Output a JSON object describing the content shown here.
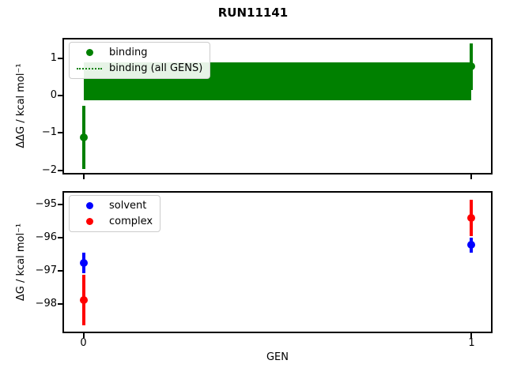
{
  "figure": {
    "title": "RUN11141",
    "xlabel": "GEN",
    "background_color": "#ffffff",
    "frame_color": "#000000"
  },
  "chart_data": [
    {
      "type": "scatter",
      "title": "",
      "xlabel": "",
      "ylabel": "ΔΔG / kcal mol⁻¹",
      "xlim": [
        -0.05,
        1.05
      ],
      "ylim": [
        -2.07,
        1.51
      ],
      "ytick_labels": [
        "1",
        "0",
        "−1",
        "−2"
      ],
      "ytick_values": [
        1,
        0,
        -1,
        -2
      ],
      "xtick_labels": [],
      "xtick_values": [
        0,
        1
      ],
      "grid": false,
      "legend_position": "upper left",
      "series": [
        {
          "name": "binding",
          "color": "#008000",
          "marker": "circle",
          "x": [
            0,
            1
          ],
          "y": [
            -1.12,
            0.78
          ],
          "yerr": [
            0.85,
            0.62
          ]
        },
        {
          "name": "binding (all GENS)",
          "color": "#008000",
          "marker": "dotted-line",
          "line_y": 0.38,
          "band_x": [
            0,
            1
          ],
          "band_y": [
            -0.13,
            0.89
          ]
        }
      ]
    },
    {
      "type": "scatter",
      "title": "",
      "xlabel": "GEN",
      "ylabel": "ΔG / kcal mol⁻¹",
      "xlim": [
        -0.05,
        1.05
      ],
      "ylim": [
        -98.84,
        -94.63
      ],
      "ytick_labels": [
        "−95",
        "−96",
        "−97",
        "−98"
      ],
      "ytick_values": [
        -95,
        -96,
        -97,
        -98
      ],
      "xtick_labels": [
        "0",
        "1"
      ],
      "xtick_values": [
        0,
        1
      ],
      "grid": false,
      "legend_position": "upper left",
      "series": [
        {
          "name": "solvent",
          "color": "#0000ff",
          "marker": "circle",
          "x": [
            0,
            1
          ],
          "y": [
            -96.76,
            -96.22
          ],
          "yerr": [
            0.32,
            0.23
          ]
        },
        {
          "name": "complex",
          "color": "#ff0000",
          "marker": "circle",
          "x": [
            0,
            1
          ],
          "y": [
            -97.88,
            -95.4
          ],
          "yerr": [
            0.77,
            0.55
          ]
        }
      ]
    }
  ]
}
